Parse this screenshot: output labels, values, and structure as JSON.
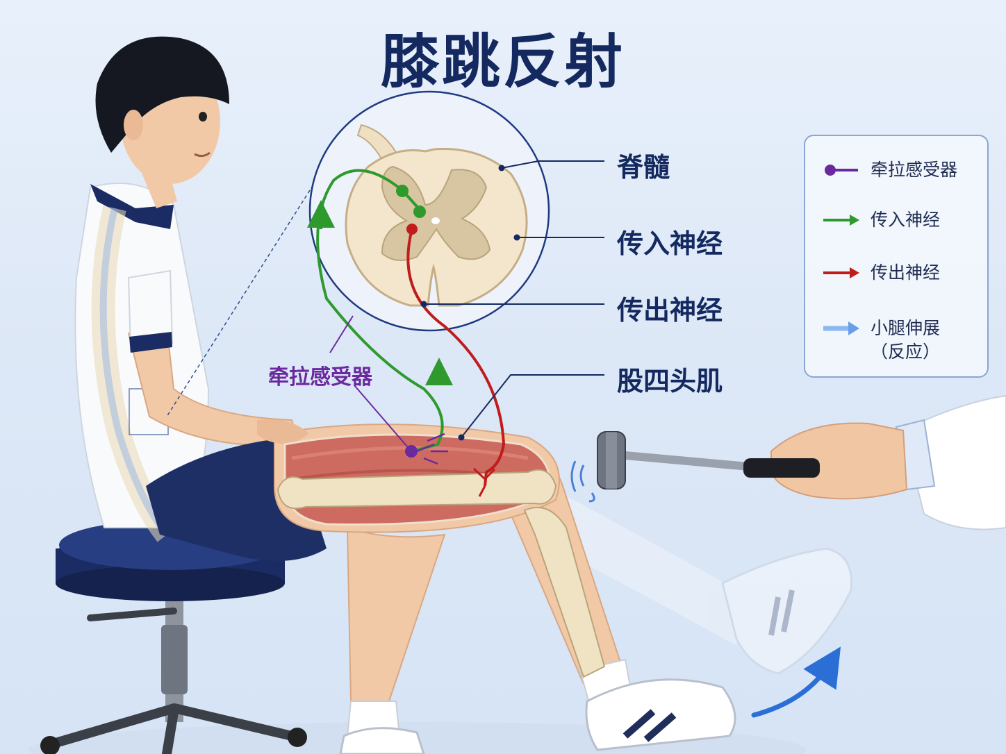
{
  "title": "膝跳反射",
  "labels": {
    "spinal_cord": "脊髓",
    "afferent": "传入神经",
    "efferent": "传出神经",
    "quadriceps": "股四头肌",
    "receptor": "牵拉感受器"
  },
  "legend": [
    {
      "symbol": "dot-line",
      "color": "#6a2a9e",
      "text": "牵拉感受器"
    },
    {
      "symbol": "arrow",
      "color": "#2e9a2e",
      "text": "传入神经"
    },
    {
      "symbol": "arrow",
      "color": "#c01c1c",
      "text": "传出神经"
    },
    {
      "symbol": "arrow",
      "color": "#6a9ee6",
      "text": "小腿伸展",
      "text2": "（反应）"
    }
  ],
  "colors": {
    "title": "#13295f",
    "afferent": "#2e9a2e",
    "efferent": "#c01c1c",
    "receptor": "#6a2a9e",
    "response": "#3a7fdc"
  }
}
